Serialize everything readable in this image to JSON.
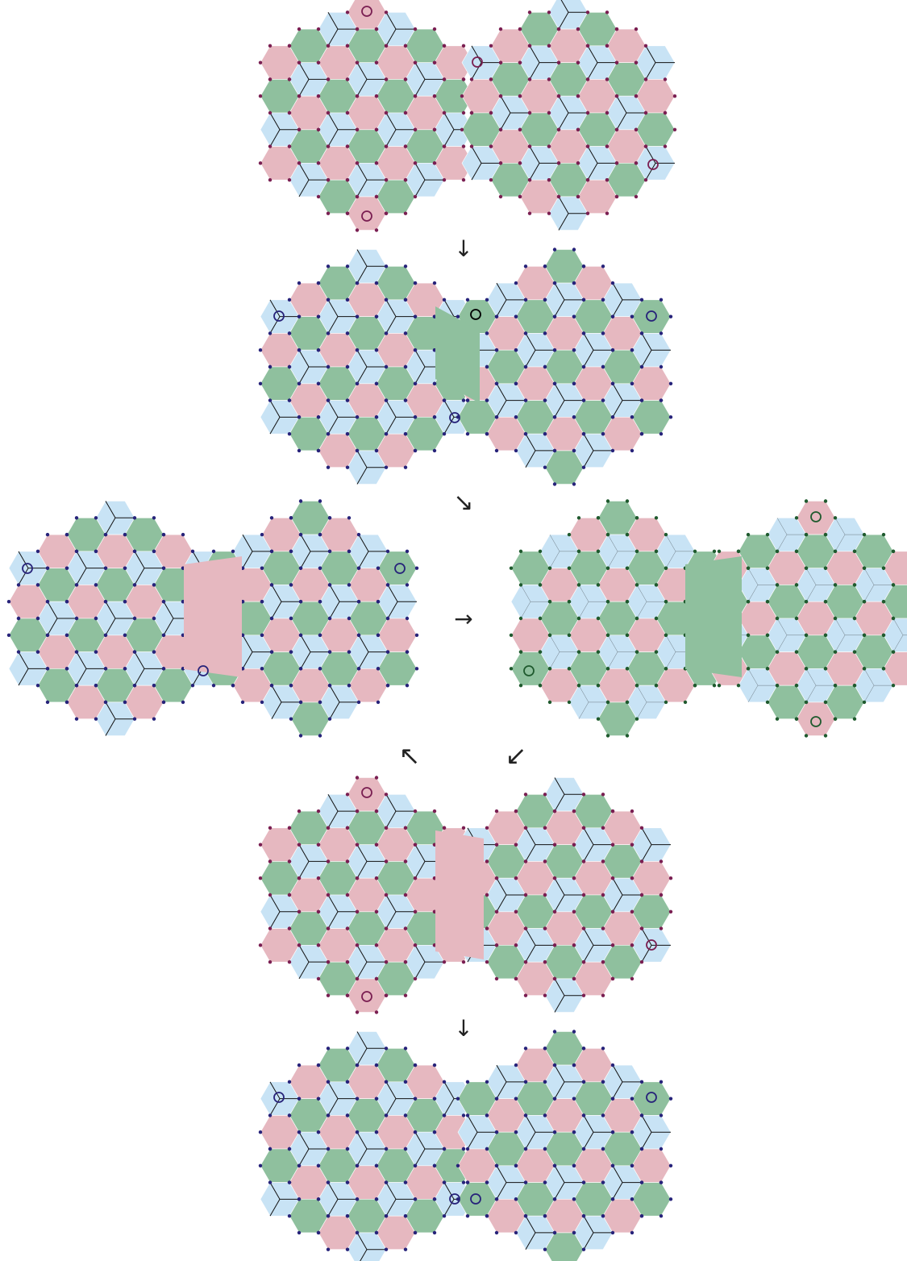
{
  "palette": {
    "pink": "#e6b8c0",
    "blue": "#c8e3f5",
    "green": "#8fc09e",
    "dot_purple": "#7a1f52",
    "dot_navy": "#27237a",
    "dot_green": "#1f5a2e",
    "edge": "#111111"
  },
  "arrows": [
    {
      "glyph": "↓"
    },
    {
      "glyph": "↘"
    },
    {
      "glyph": "→"
    },
    {
      "glyph": "↙"
    },
    {
      "glyph": "↖"
    },
    {
      "glyph": "↓"
    }
  ],
  "stages": [
    {
      "label": "stage-1",
      "dots": "dot_purple"
    },
    {
      "label": "stage-2",
      "dots": "dot_navy"
    },
    {
      "label": "stage-3-left",
      "dots": "dot_navy"
    },
    {
      "label": "stage-3-right",
      "dots": "dot_green"
    },
    {
      "label": "stage-4",
      "dots": "dot_purple"
    },
    {
      "label": "stage-5",
      "dots": "dot_navy"
    }
  ]
}
